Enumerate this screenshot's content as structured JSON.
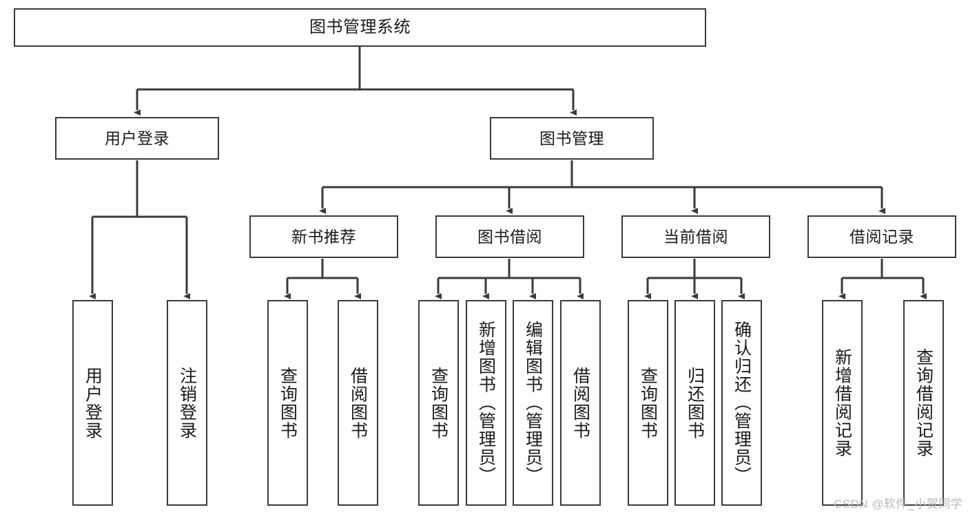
{
  "diagram": {
    "title": "图书管理系统",
    "type": "tree-hierarchy-diagram",
    "colors": {
      "box_border": "#3a3a3a",
      "box_fill": "#ffffff",
      "edge": "#3a3a3a",
      "text": "#1a1a1a",
      "watermark": "#b9b9b9"
    },
    "levels": {
      "level1": [
        {
          "id": "root",
          "label": "图书管理系统"
        }
      ],
      "level2": [
        {
          "id": "user-login",
          "label": "用户登录"
        },
        {
          "id": "book-manage",
          "label": "图书管理"
        }
      ],
      "level3": [
        {
          "id": "new-book-rec",
          "label": "新书推荐"
        },
        {
          "id": "book-borrow",
          "label": "图书借阅"
        },
        {
          "id": "current-borrow",
          "label": "当前借阅"
        },
        {
          "id": "borrow-record",
          "label": "借阅记录"
        }
      ],
      "level4": [
        {
          "id": "leaf-user-login",
          "label": "用户登录",
          "parent": "user-login"
        },
        {
          "id": "leaf-user-logout",
          "label": "注销登录",
          "parent": "user-login"
        },
        {
          "id": "leaf-query-book-1",
          "label": "查询图书",
          "parent": "new-book-rec"
        },
        {
          "id": "leaf-borrow-book-1",
          "label": "借阅图书",
          "parent": "new-book-rec"
        },
        {
          "id": "leaf-query-book-2",
          "label": "查询图书",
          "parent": "book-borrow"
        },
        {
          "id": "leaf-add-book",
          "label": "新增图书（管理员）",
          "parent": "book-borrow"
        },
        {
          "id": "leaf-edit-book",
          "label": "编辑图书（管理员）",
          "parent": "book-borrow"
        },
        {
          "id": "leaf-borrow-book-2",
          "label": "借阅图书",
          "parent": "book-borrow"
        },
        {
          "id": "leaf-query-book-3",
          "label": "查询图书",
          "parent": "current-borrow"
        },
        {
          "id": "leaf-return-book",
          "label": "归还图书",
          "parent": "current-borrow"
        },
        {
          "id": "leaf-confirm-return",
          "label": "确认归还（管理员）",
          "parent": "current-borrow"
        },
        {
          "id": "leaf-add-record",
          "label": "新增借阅记录",
          "parent": "borrow-record"
        },
        {
          "id": "leaf-query-record",
          "label": "查询借阅记录",
          "parent": "borrow-record"
        }
      ]
    }
  },
  "watermark": {
    "text": "CSDN @软件_小贺同学"
  }
}
